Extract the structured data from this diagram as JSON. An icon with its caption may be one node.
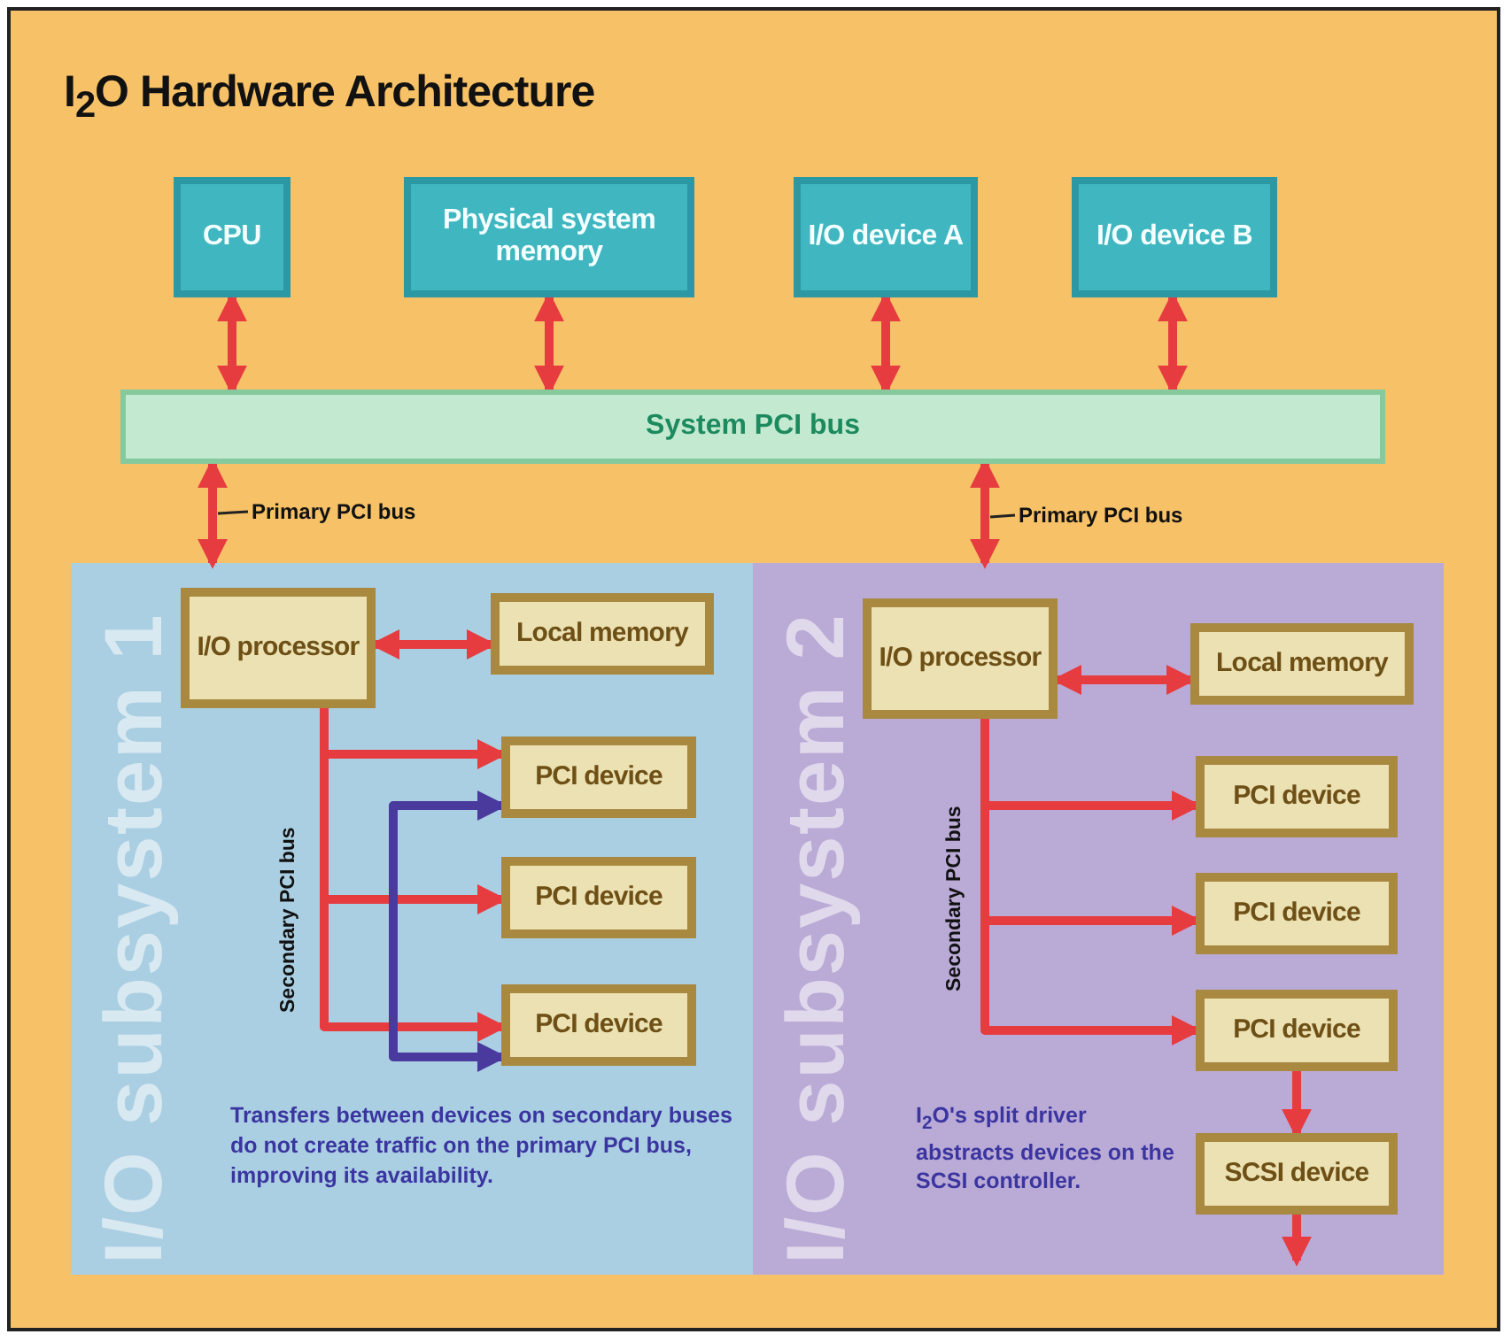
{
  "diagram": {
    "title": "I$_{2}$O Hardware Architecture",
    "nodes": [
      {
        "text": [
          "CPU"
        ]
      },
      {
        "text": [
          "Physical system memory"
        ]
      },
      {
        "text": [
          "I/O device A"
        ]
      },
      {
        "text": [
          "I/O device B"
        ]
      },
      {
        "text": [
          "System PCI bus"
        ]
      },
      {
        "text": [
          "I/O subsystem 1"
        ]
      },
      {
        "text": [
          "I/O processor"
        ],
        "in": 5
      },
      {
        "text": [
          "Local memory"
        ],
        "in": 5
      },
      {
        "text": [
          "PCI device"
        ],
        "in": 5
      },
      {
        "text": [
          "PCI device"
        ],
        "in": 5
      },
      {
        "text": [
          "PCI device"
        ],
        "in": 5
      },
      {
        "text": [
          "I/O subsystem 2"
        ]
      },
      {
        "text": [
          "I/O processor"
        ],
        "in": 11
      },
      {
        "text": [
          "Local memory"
        ],
        "in": 11
      },
      {
        "text": [
          "PCI device"
        ],
        "in": 11
      },
      {
        "text": [
          "PCI device"
        ],
        "in": 11
      },
      {
        "text": [
          "PCI device"
        ],
        "in": 11
      },
      {
        "text": [
          "SCSI device"
        ],
        "in": 11
      }
    ],
    "edges": [
      {
        "from": 0,
        "to": 4,
        "arrow": "both"
      },
      {
        "from": 1,
        "to": 4,
        "arrow": "both"
      },
      {
        "from": 2,
        "to": 4,
        "arrow": "both"
      },
      {
        "from": 3,
        "to": 4,
        "arrow": "both"
      },
      {
        "from": 4,
        "to": 5,
        "arrow": "both",
        "label": "Primary PCI bus"
      },
      {
        "from": 4,
        "to": 11,
        "arrow": "both",
        "label": "Primary PCI bus"
      },
      {
        "from": 6,
        "to": 7,
        "arrow": "both"
      },
      {
        "from": 6,
        "to": 8,
        "arrow": "to"
      },
      {
        "from": 6,
        "to": 9,
        "arrow": "to"
      },
      {
        "from": 6,
        "to": 10,
        "arrow": "to"
      },
      {
        "from": 8,
        "to": 10,
        "arrow": "both",
        "color": "#4b3a9e"
      },
      {
        "from": 12,
        "to": 13,
        "arrow": "both"
      },
      {
        "from": 12,
        "to": 14,
        "arrow": "to"
      },
      {
        "from": 12,
        "to": 15,
        "arrow": "to"
      },
      {
        "from": 12,
        "to": 16,
        "arrow": "to"
      },
      {
        "from": 16,
        "to": 17,
        "arrow": "to"
      },
      {
        "from": 17,
        "to": null,
        "arrow": "to"
      }
    ],
    "labels": [
      "Secondary PCI bus",
      "Transfers between devices on secondary buses do not create traffic on the primary PCI bus, improving its availability.",
      "Secondary PCI bus",
      "I$_{2}$O's split driver abstracts devices on the SCSI controller."
    ]
  }
}
